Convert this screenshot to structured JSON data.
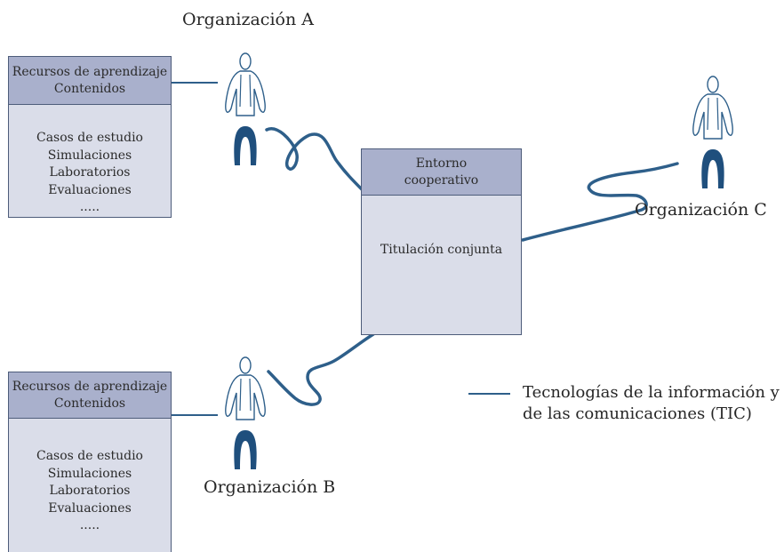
{
  "organizations": {
    "a": "Organización A",
    "b": "Organización B",
    "c": "Organización C"
  },
  "resources_box_top": {
    "header": [
      "Recursos de aprendizaje",
      "Contenidos"
    ],
    "items": [
      "Casos de estudio",
      "Simulaciones",
      "Laboratorios",
      "Evaluaciones",
      "....."
    ]
  },
  "resources_box_bottom": {
    "header": [
      "Recursos de aprendizaje",
      "Contenidos"
    ],
    "items": [
      "Casos de estudio",
      "Simulaciones",
      "Laboratorios",
      "Evaluaciones",
      "....."
    ]
  },
  "environment_box": {
    "header": [
      "Entorno",
      "cooperativo"
    ],
    "body": "Titulación conjunta"
  },
  "legend": {
    "lines": [
      "Tecnologías de la información y",
      "de las comunicaciones (TIC)"
    ]
  },
  "colors": {
    "box_fill": "#dadde9",
    "box_header_fill": "#a9b0cc",
    "box_border": "#4d5c7a",
    "link_line": "#2e5f8a",
    "person_outline": "#2e5f8a",
    "person_fill": "#1f4f7d"
  }
}
